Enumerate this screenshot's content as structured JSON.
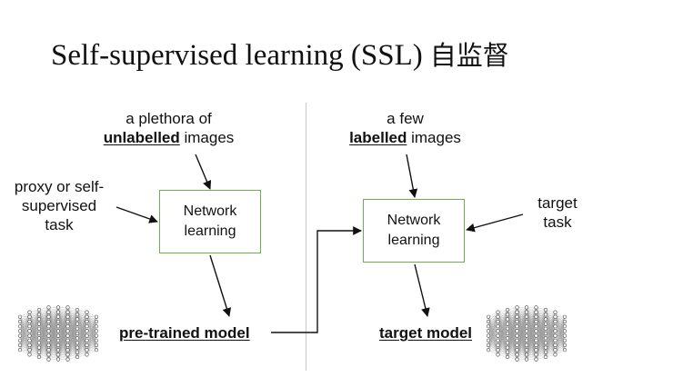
{
  "title": {
    "main": "Self-supervised learning (SSL)",
    "cjk": "自监督"
  },
  "left": {
    "top_label_line1": "a plethora of",
    "top_label_bold": "unlabelled",
    "top_label_rest": " images",
    "side_label_line1": "proxy or self-",
    "side_label_line2": "supervised",
    "side_label_line3": "task",
    "box_line1": "Network",
    "box_line2": "learning",
    "output_label": "pre-trained model"
  },
  "right": {
    "top_label_line1": "a few",
    "top_label_bold": "labelled",
    "top_label_rest": " images",
    "side_label_line1": "target",
    "side_label_line2": "task",
    "box_line1": "Network",
    "box_line2": "learning",
    "output_label": "target model"
  },
  "colors": {
    "box_border": "#6ab04c",
    "text": "#111111",
    "divider": "#c8c8c8"
  },
  "icons": {
    "network_icon": "neural-network-icon"
  }
}
